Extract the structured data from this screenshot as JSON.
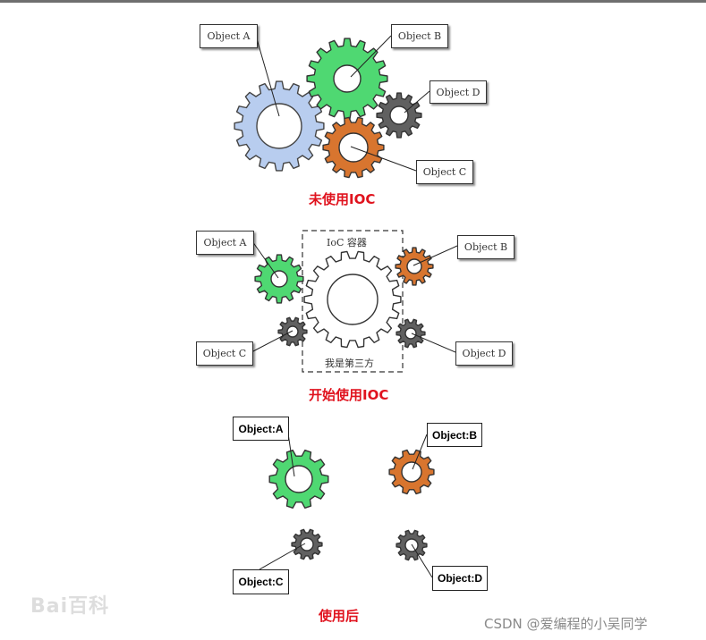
{
  "sections": [
    {
      "caption": "未使用IOC",
      "labels": {
        "a": "Object A",
        "b": "Object B",
        "c": "Object C",
        "d": "Object D"
      }
    },
    {
      "caption": "开始使用IOC",
      "container_title": "IoC 容器",
      "container_subtitle": "我是第三方",
      "labels": {
        "a": "Object A",
        "b": "Object B",
        "c": "Object C",
        "d": "Object D"
      }
    },
    {
      "caption": "使用后",
      "labels": {
        "a": "Object:A",
        "b": "Object:B",
        "c": "Object:C",
        "d": "Object:D"
      }
    }
  ],
  "colors": {
    "blue_gear": "#b8cdef",
    "green_gear": "#4fd872",
    "orange_gear": "#d8752f",
    "gray_gear": "#606060",
    "container_gear": "#ffffff",
    "caption": "#e0131e"
  },
  "watermarks": {
    "left": "Bai百科",
    "right": "CSDN @爱编程的小吴同学"
  }
}
